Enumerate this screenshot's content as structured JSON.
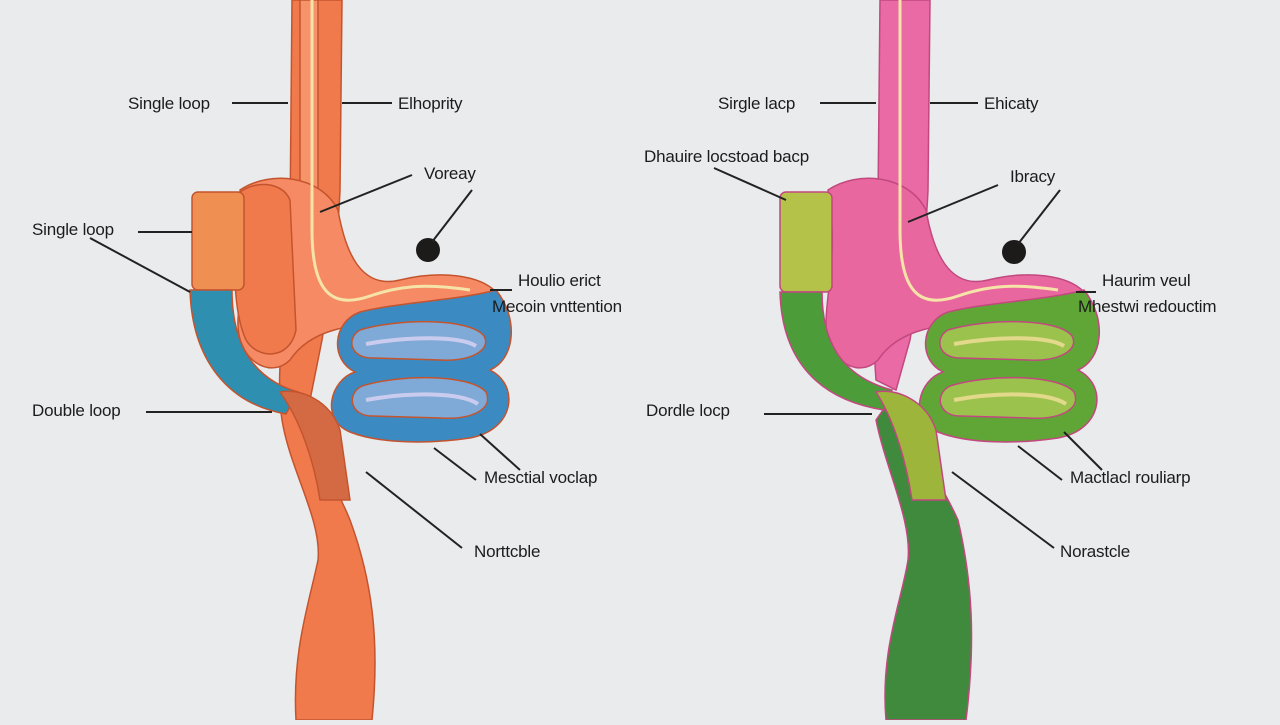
{
  "diagrams": [
    {
      "id": "left",
      "colors": {
        "tube": "#f07a4c",
        "tube_light": "#f7936a",
        "stomach": "#f58a64",
        "stub": "#ef8f52",
        "limb": "#2e8fb0",
        "coil": "#3b8bc2",
        "coil_inner": "#7fa9d6",
        "coil_stripe": "#c9ccee",
        "outline": "#c4542e",
        "junction": "#d46a44"
      },
      "labels": {
        "single_loop_top": "Single loop",
        "top_right": "Elhoprity",
        "mid_right": "Voreay",
        "single_loop_side": "Single loop",
        "double_loop": "Double loop",
        "upper_right_1": "Houlio erict",
        "upper_right_2": "Mecoin vnttention",
        "lower_right": "Mesctial voclap",
        "bottom_right": "Norttcble"
      }
    },
    {
      "id": "right",
      "colors": {
        "tube": "#3f8a3c",
        "tube_light": "#e96aa5",
        "stomach": "#e9679f",
        "stub": "#b5c24a",
        "limb": "#4c9c3a",
        "coil": "#5fa636",
        "coil_inner": "#9cc24e",
        "coil_stripe": "#e2d98a",
        "outline": "#c2487f",
        "junction": "#9cb53a"
      },
      "labels": {
        "single_loop_top": "Sirgle lacp",
        "top_right": "Ehicaty",
        "mid_right": "Ibracy",
        "single_loop_side": "Dhauire locstoad bacp",
        "double_loop": "Dordle locp",
        "upper_right_1": "Haurim veul",
        "upper_right_2": "Mhestwi redouctim",
        "lower_right": "Mactlacl rouliarp",
        "bottom_right": "Norastcle"
      }
    }
  ]
}
